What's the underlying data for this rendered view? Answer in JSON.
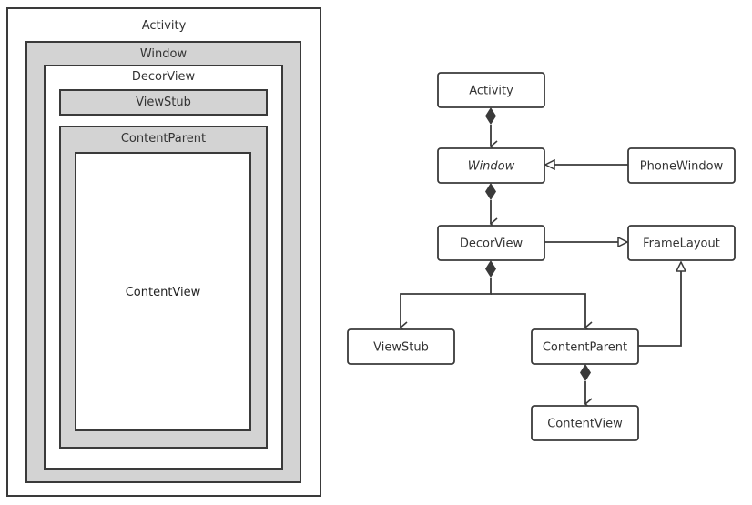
{
  "containers": {
    "activity": "Activity",
    "window": "Window",
    "decor_view": "DecorView",
    "view_stub": "ViewStub",
    "content_parent": "ContentParent",
    "content_view": "ContentView"
  },
  "uml": {
    "activity": "Activity",
    "window": "Window",
    "phone_window": "PhoneWindow",
    "decor_view": "DecorView",
    "frame_layout": "FrameLayout",
    "view_stub": "ViewStub",
    "content_parent": "ContentParent",
    "content_view": "ContentView"
  },
  "colors": {
    "stroke": "#3a3a3a",
    "fill_grey": "#d3d3d3",
    "fill_white": "#ffffff"
  }
}
